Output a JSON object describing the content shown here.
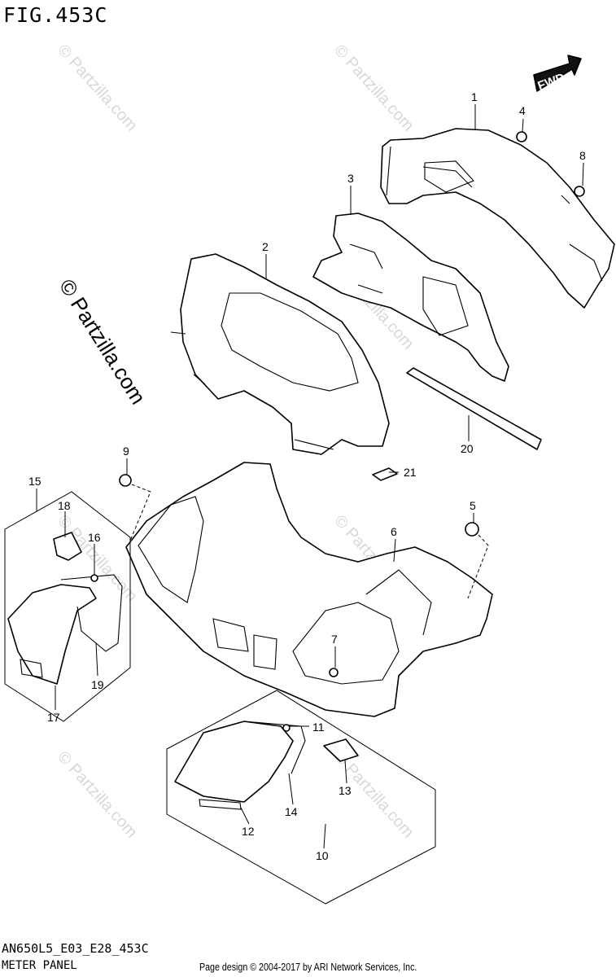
{
  "figure": {
    "title": "FIG.453C",
    "code": "AN650L5_E03_E28_453C",
    "name": "METER PANEL",
    "copyright": "Page design © 2004-2017 by ARI Network Services, Inc.",
    "watermark": "© Partzilla.com",
    "fwd_label": "FWD"
  },
  "callouts": [
    "1",
    "2",
    "3",
    "4",
    "5",
    "6",
    "7",
    "8",
    "9",
    "10",
    "11",
    "12",
    "13",
    "14",
    "15",
    "16",
    "17",
    "18",
    "19",
    "20",
    "21"
  ]
}
